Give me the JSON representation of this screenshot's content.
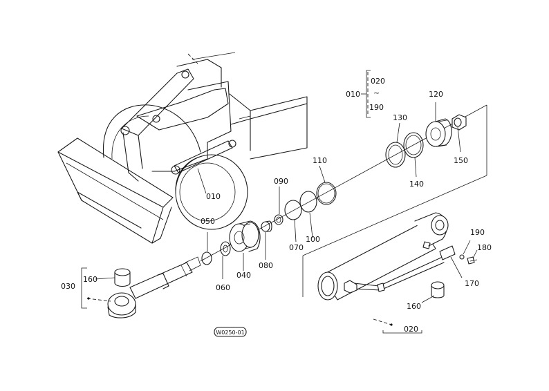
{
  "diagram": {
    "drawing_code": "W0250-01",
    "callouts": {
      "c010a": "010",
      "c010b": "010",
      "c020a": "020",
      "c020b": "020",
      "c030": "030",
      "c040": "040",
      "c050": "050",
      "c060": "060",
      "c070": "070",
      "c080": "080",
      "c090": "090",
      "c100": "100",
      "c110": "110",
      "c120": "120",
      "c130": "130",
      "c140": "140",
      "c150": "150",
      "c160a": "160",
      "c160b": "160",
      "c170": "170",
      "c180": "180",
      "c190a": "190",
      "c190b": "190",
      "tilde": "~"
    }
  }
}
